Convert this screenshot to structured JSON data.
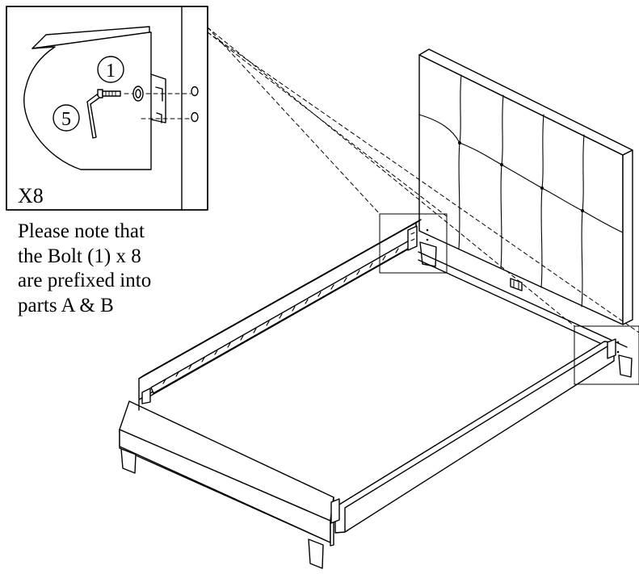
{
  "detail": {
    "callouts": [
      {
        "label": "1",
        "part": "bolt"
      },
      {
        "label": "5",
        "part": "allen-key"
      }
    ],
    "quantity": "X8"
  },
  "note": {
    "lines": [
      "Please note that",
      "the Bolt (1) x 8",
      "are prefixed into",
      "parts A & B"
    ]
  }
}
